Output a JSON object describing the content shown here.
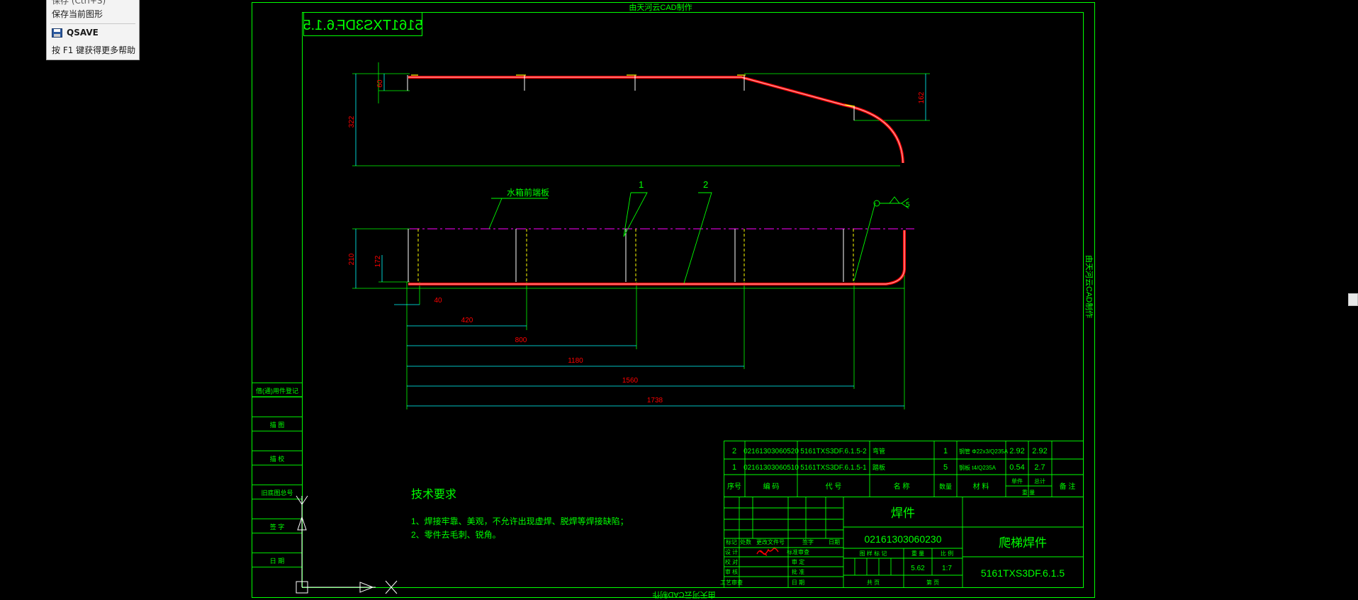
{
  "tooltip": {
    "partial_title": "保存 (Ctrl+S)",
    "description": "保存当前图形",
    "command": "QSAVE",
    "help_hint": "按 F1 键获得更多帮助"
  },
  "drawing": {
    "watermark_top": "由天河云CAD制作",
    "watermark_right": "由天河云CAD制作",
    "watermark_bottom": "由天河云CAD制作",
    "mirrored_code": "5161TXS3DF.6.1.5",
    "dims_top": {
      "d60": "60",
      "d322": "322",
      "d162": "162"
    },
    "dims_plan": {
      "d210": "210",
      "d172": "172",
      "d40": "40",
      "d420": "420",
      "d800": "800",
      "d1180": "1180",
      "d1560": "1560",
      "d1738": "1738"
    },
    "leaders": {
      "label_plate": "水箱前端板",
      "n1": "1",
      "n2": "2",
      "weld": "5"
    },
    "tech_title": "技术要求",
    "tech_items": [
      "1、焊接牢靠、美观，不允许出现虚焊、脱焊等焊接缺陷；",
      "2、零件去毛刺、锐角。"
    ],
    "left_column": [
      "借(通)用件登记",
      "描  图",
      "描  校",
      "旧底图总号",
      "签  字",
      "日  期"
    ]
  },
  "bom": {
    "rows": [
      {
        "no": "2",
        "code": "02161303060520",
        "drawing_no": "5161TXS3DF.6.1.5-2",
        "name": "弯管",
        "qty": "1",
        "material": "钢管 Φ22x3/Q235A",
        "unit_weight": "2.92",
        "total_weight": "2.92",
        "note": ""
      },
      {
        "no": "1",
        "code": "02161303060510",
        "drawing_no": "5161TXS3DF.6.1.5-1",
        "name": "踏板",
        "qty": "5",
        "material": "钢板 t4/Q235A",
        "unit_weight": "0.54",
        "total_weight": "2.7",
        "note": ""
      }
    ],
    "header": {
      "no": "序号",
      "code": "编  码",
      "drawing_no": "代  号",
      "name": "名  称",
      "qty": "数量",
      "material": "材  料",
      "unit": "单件",
      "total": "总计",
      "weight": "重  量",
      "note": "备  注"
    }
  },
  "title_block": {
    "type": "焊件",
    "code": "02161303060230",
    "part_name": "爬梯焊件",
    "drawing_no": "5161TXS3DF.6.1.5",
    "weight": "5.62",
    "scale": "1:7",
    "labels": {
      "mark": "标记",
      "count": "处数",
      "change_doc": "更改文件号",
      "sign": "签字",
      "date": "日期",
      "design": "设 计",
      "std_review": "标准审查",
      "check": "校 对",
      "audit": "审 定",
      "review": "审 核",
      "approve": "批 准",
      "process": "工艺审查",
      "date2": "日 期",
      "stage_mark": "图 样 标 记",
      "weight_l": "重 量",
      "scale_l": "比 例",
      "sheet_total": "共   页",
      "sheet_no": "第   页"
    }
  },
  "colors": {
    "green": "#00ff00",
    "red": "#ff0000",
    "magenta": "#ff00ff",
    "cyan": "#00ffff",
    "yellow": "#ffff00",
    "white": "#ffffff"
  }
}
